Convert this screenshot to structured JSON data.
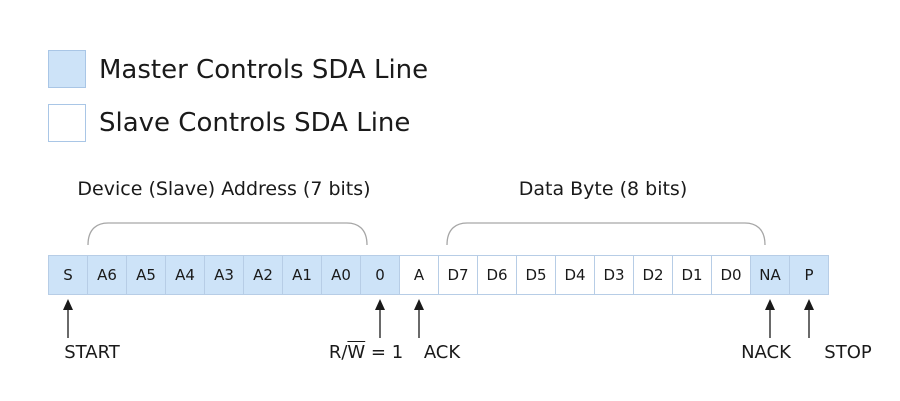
{
  "legend": {
    "master": {
      "label": "Master Controls SDA Line",
      "color": "#cde3f8"
    },
    "slave": {
      "label": "Slave Controls SDA Line",
      "color": "#ffffff"
    }
  },
  "braces": {
    "address": {
      "label": "Device (Slave) Address (7 bits)"
    },
    "data": {
      "label": "Data Byte (8 bits)"
    }
  },
  "sequence": [
    {
      "label": "S",
      "controller": "master"
    },
    {
      "label": "A6",
      "controller": "master"
    },
    {
      "label": "A5",
      "controller": "master"
    },
    {
      "label": "A4",
      "controller": "master"
    },
    {
      "label": "A3",
      "controller": "master"
    },
    {
      "label": "A2",
      "controller": "master"
    },
    {
      "label": "A1",
      "controller": "master"
    },
    {
      "label": "A0",
      "controller": "master"
    },
    {
      "label": "0",
      "controller": "master"
    },
    {
      "label": "A",
      "controller": "slave"
    },
    {
      "label": "D7",
      "controller": "slave"
    },
    {
      "label": "D6",
      "controller": "slave"
    },
    {
      "label": "D5",
      "controller": "slave"
    },
    {
      "label": "D4",
      "controller": "slave"
    },
    {
      "label": "D3",
      "controller": "slave"
    },
    {
      "label": "D2",
      "controller": "slave"
    },
    {
      "label": "D1",
      "controller": "slave"
    },
    {
      "label": "D0",
      "controller": "slave"
    },
    {
      "label": "NA",
      "controller": "master"
    },
    {
      "label": "P",
      "controller": "master"
    }
  ],
  "markers": {
    "start": {
      "label": "START"
    },
    "rw": {
      "prefix": "R/",
      "overline": "W",
      "suffix": " = 1"
    },
    "ack": {
      "label": "ACK"
    },
    "nack": {
      "label": "NACK"
    },
    "stop": {
      "label": "STOP"
    }
  },
  "colors": {
    "line": "#1a1a1a",
    "brace": "#a6a6a6"
  }
}
